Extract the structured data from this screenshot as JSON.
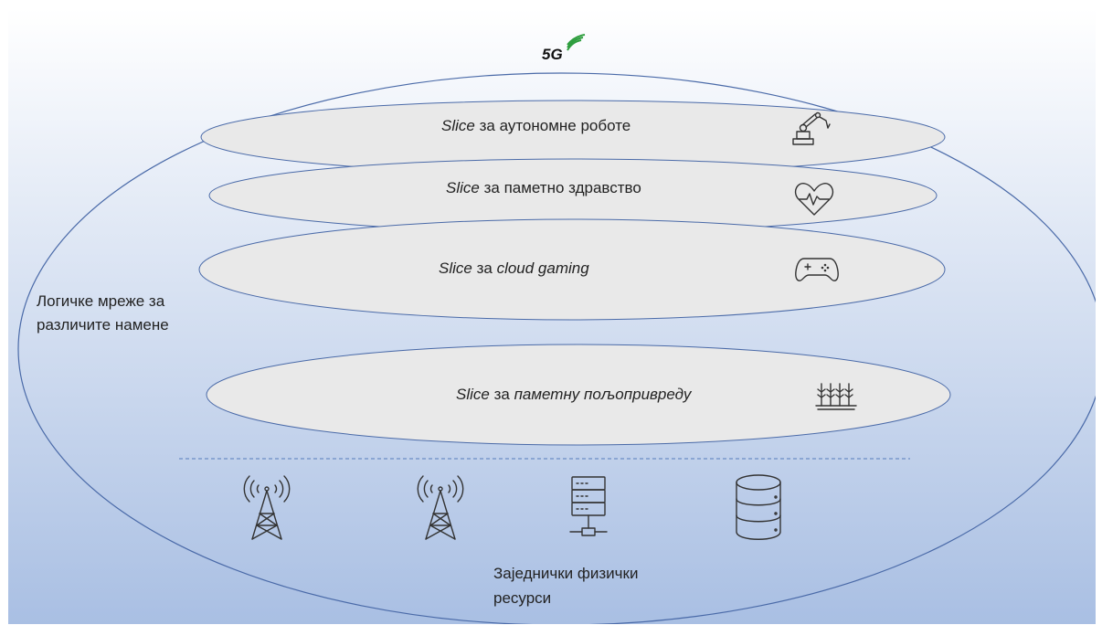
{
  "logo": {
    "text": "5G"
  },
  "left_label": {
    "line1": "Логичке мреже за",
    "line2": "различите намене"
  },
  "slices": [
    {
      "prefix": "Slice",
      "middle": " за ",
      "suffix": "аутономне роботе",
      "suffix_italic": false,
      "icon": "robot-arm-icon"
    },
    {
      "prefix": "Slice",
      "middle": " за ",
      "suffix": "паметно здравство",
      "suffix_italic": false,
      "icon": "heartbeat-icon"
    },
    {
      "prefix": "Slice",
      "middle": " за ",
      "suffix": "cloud gaming",
      "suffix_italic": true,
      "icon": "gamepad-icon"
    },
    {
      "prefix": "Slice",
      "middle": " за ",
      "suffix": "паметну пољопривреду",
      "suffix_italic": true,
      "icon": "wheat-field-icon"
    }
  ],
  "resources": {
    "label_line1": "Заједнички физички",
    "label_line2": "ресурси",
    "icons": [
      "cell-tower-icon",
      "cell-tower-icon",
      "server-rack-icon",
      "database-icon"
    ]
  },
  "colors": {
    "gradient_top": "#ffffff",
    "gradient_bottom": "#a9bfe3",
    "outline": "#4a6aa8",
    "slice_fill": "#e9e9e9",
    "divider": "#6b8cc5",
    "logo_green": "#2e9e3e"
  }
}
